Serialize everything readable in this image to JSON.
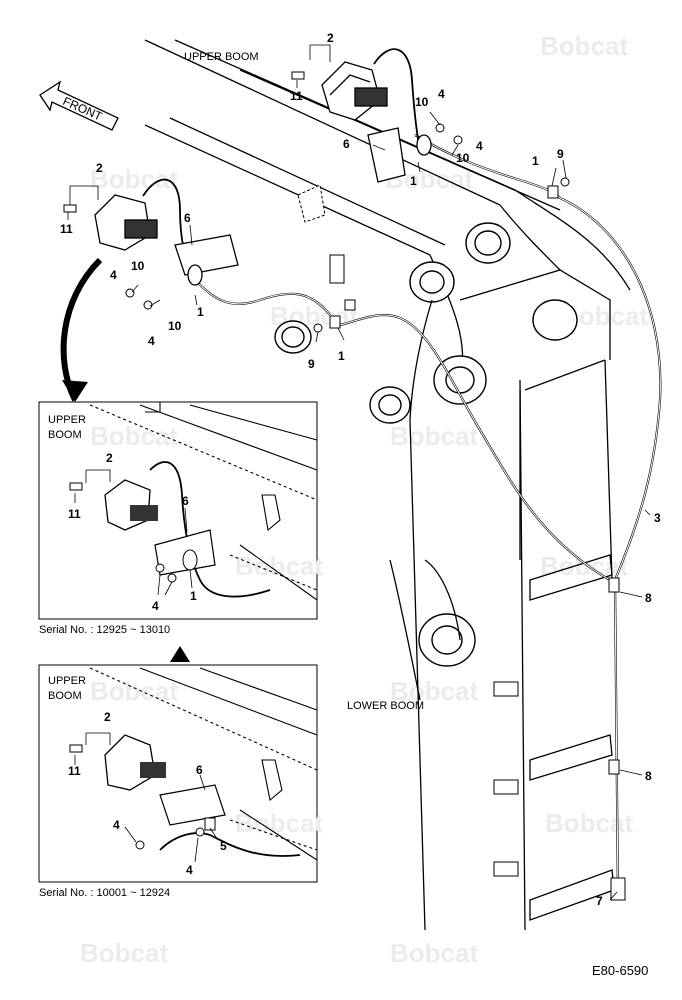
{
  "watermark": "Bobcat",
  "labels": {
    "upper_boom": "UPPER BOOM",
    "lower_boom": "LOWER BOOM",
    "front": "FRONT",
    "inset1_title_line1": "UPPER",
    "inset1_title_line2": "BOOM",
    "inset2_title_line1": "UPPER",
    "inset2_title_line2": "BOOM"
  },
  "serials": {
    "inset1": "Serial No. : 12925 ~ 13010",
    "inset2": "Serial No. : 10001 ~ 12924"
  },
  "figure_code": "E80-6590",
  "callouts": {
    "n1": "1",
    "n2": "2",
    "n3": "3",
    "n4": "4",
    "n5": "5",
    "n6": "6",
    "n7": "7",
    "n8": "8",
    "n9": "9",
    "n10": "10",
    "n11": "11"
  }
}
